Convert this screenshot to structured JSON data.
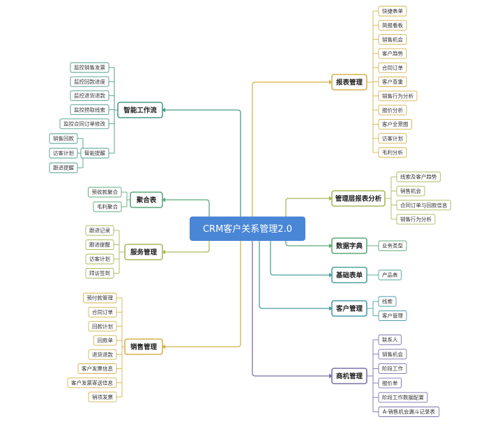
{
  "root": {
    "label": "CRM客户关系管理2.0",
    "color": "#4a86d6"
  },
  "branches": [
    {
      "id": "reports",
      "label": "报表管理",
      "color": "#d3b24a",
      "items": [
        "快捷表单",
        "简报看板",
        "销售机会",
        "客户趋势",
        "合同订单",
        "客户查重",
        "销售行为分析",
        "报价分析",
        "客户全景图",
        "访客计划",
        "毛利分析"
      ]
    },
    {
      "id": "mgmt-reports",
      "label": "管理层报表分析",
      "color": "#a9b85a",
      "items": [
        "线索及客户趋势",
        "销售机会",
        "合同订单与回款信息",
        "销售行为分析"
      ]
    },
    {
      "id": "dictionary",
      "label": "数据字典",
      "color": "#5aa878",
      "items": [
        "业务类型"
      ]
    },
    {
      "id": "base-forms",
      "label": "基础表单",
      "color": "#4aa39a",
      "items": [
        "产品表"
      ]
    },
    {
      "id": "customers",
      "label": "客户管理",
      "color": "#4a9aa8",
      "items": [
        "线索",
        "客户管理"
      ]
    },
    {
      "id": "opportunities",
      "label": "商机管理",
      "color": "#7c6fab",
      "items": [
        "联系人",
        "销售机会",
        "阶段工作",
        "报价单",
        "阶段工作数据配置",
        "A-销售机会漏斗记录表"
      ]
    },
    {
      "id": "workflow",
      "label": "智能工作流",
      "color": "#4a9a8a",
      "items": [
        "监控销售发票",
        "监控回款进度",
        "监控退货退款",
        "监控捞取线索",
        "监控合同订单修改"
      ],
      "sub": {
        "label": "智能提醒",
        "items": [
          "销售回款",
          "访客计划",
          "跟进提醒"
        ]
      }
    },
    {
      "id": "aggregate",
      "label": "聚合表",
      "color": "#5aa878",
      "items": [
        "预收款聚合",
        "毛利聚合"
      ]
    },
    {
      "id": "service",
      "label": "服务管理",
      "color": "#a9b85a",
      "items": [
        "跟进记录",
        "跟进提醒",
        "访客计划",
        "拜访签到"
      ]
    },
    {
      "id": "sales",
      "label": "销售管理",
      "color": "#d3b24a",
      "items": [
        "预付款管理",
        "合同订单",
        "回款计划",
        "回款单",
        "退货退款",
        "客户发票信息",
        "客户发票寄送信息",
        "销项发票"
      ]
    }
  ]
}
